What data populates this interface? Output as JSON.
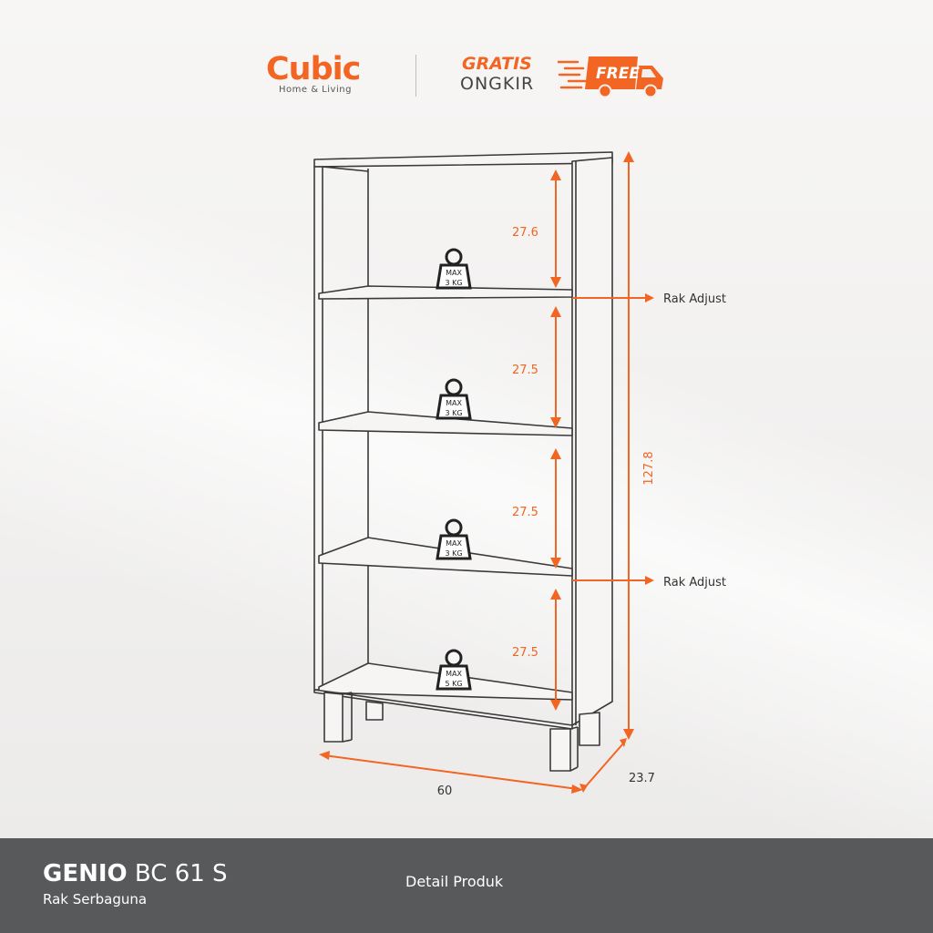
{
  "header": {
    "brand": "Cubic",
    "brand_sub": "Home & Living",
    "gratis": "GRATIS",
    "ongkir": "ONGKIR",
    "free_label": "FREE"
  },
  "diagram": {
    "shelf_heights": [
      "27.6",
      "27.5",
      "27.5",
      "27.5"
    ],
    "weights": [
      {
        "line1": "MAX",
        "line2": "3 KG"
      },
      {
        "line1": "MAX",
        "line2": "3 KG"
      },
      {
        "line1": "MAX",
        "line2": "3 KG"
      },
      {
        "line1": "MAX",
        "line2": "5 KG"
      }
    ],
    "adjust_labels": [
      "Rak Adjust",
      "Rak Adjust"
    ],
    "total_height": "127.8",
    "width": "60",
    "depth": "23.7"
  },
  "footer": {
    "product_bold": "GENIO",
    "product_rest": " BC 61 S",
    "subtitle": "Rak Serbaguna",
    "detail": "Detail Produk"
  },
  "colors": {
    "accent": "#f26522",
    "footer_bg": "#58595b"
  }
}
